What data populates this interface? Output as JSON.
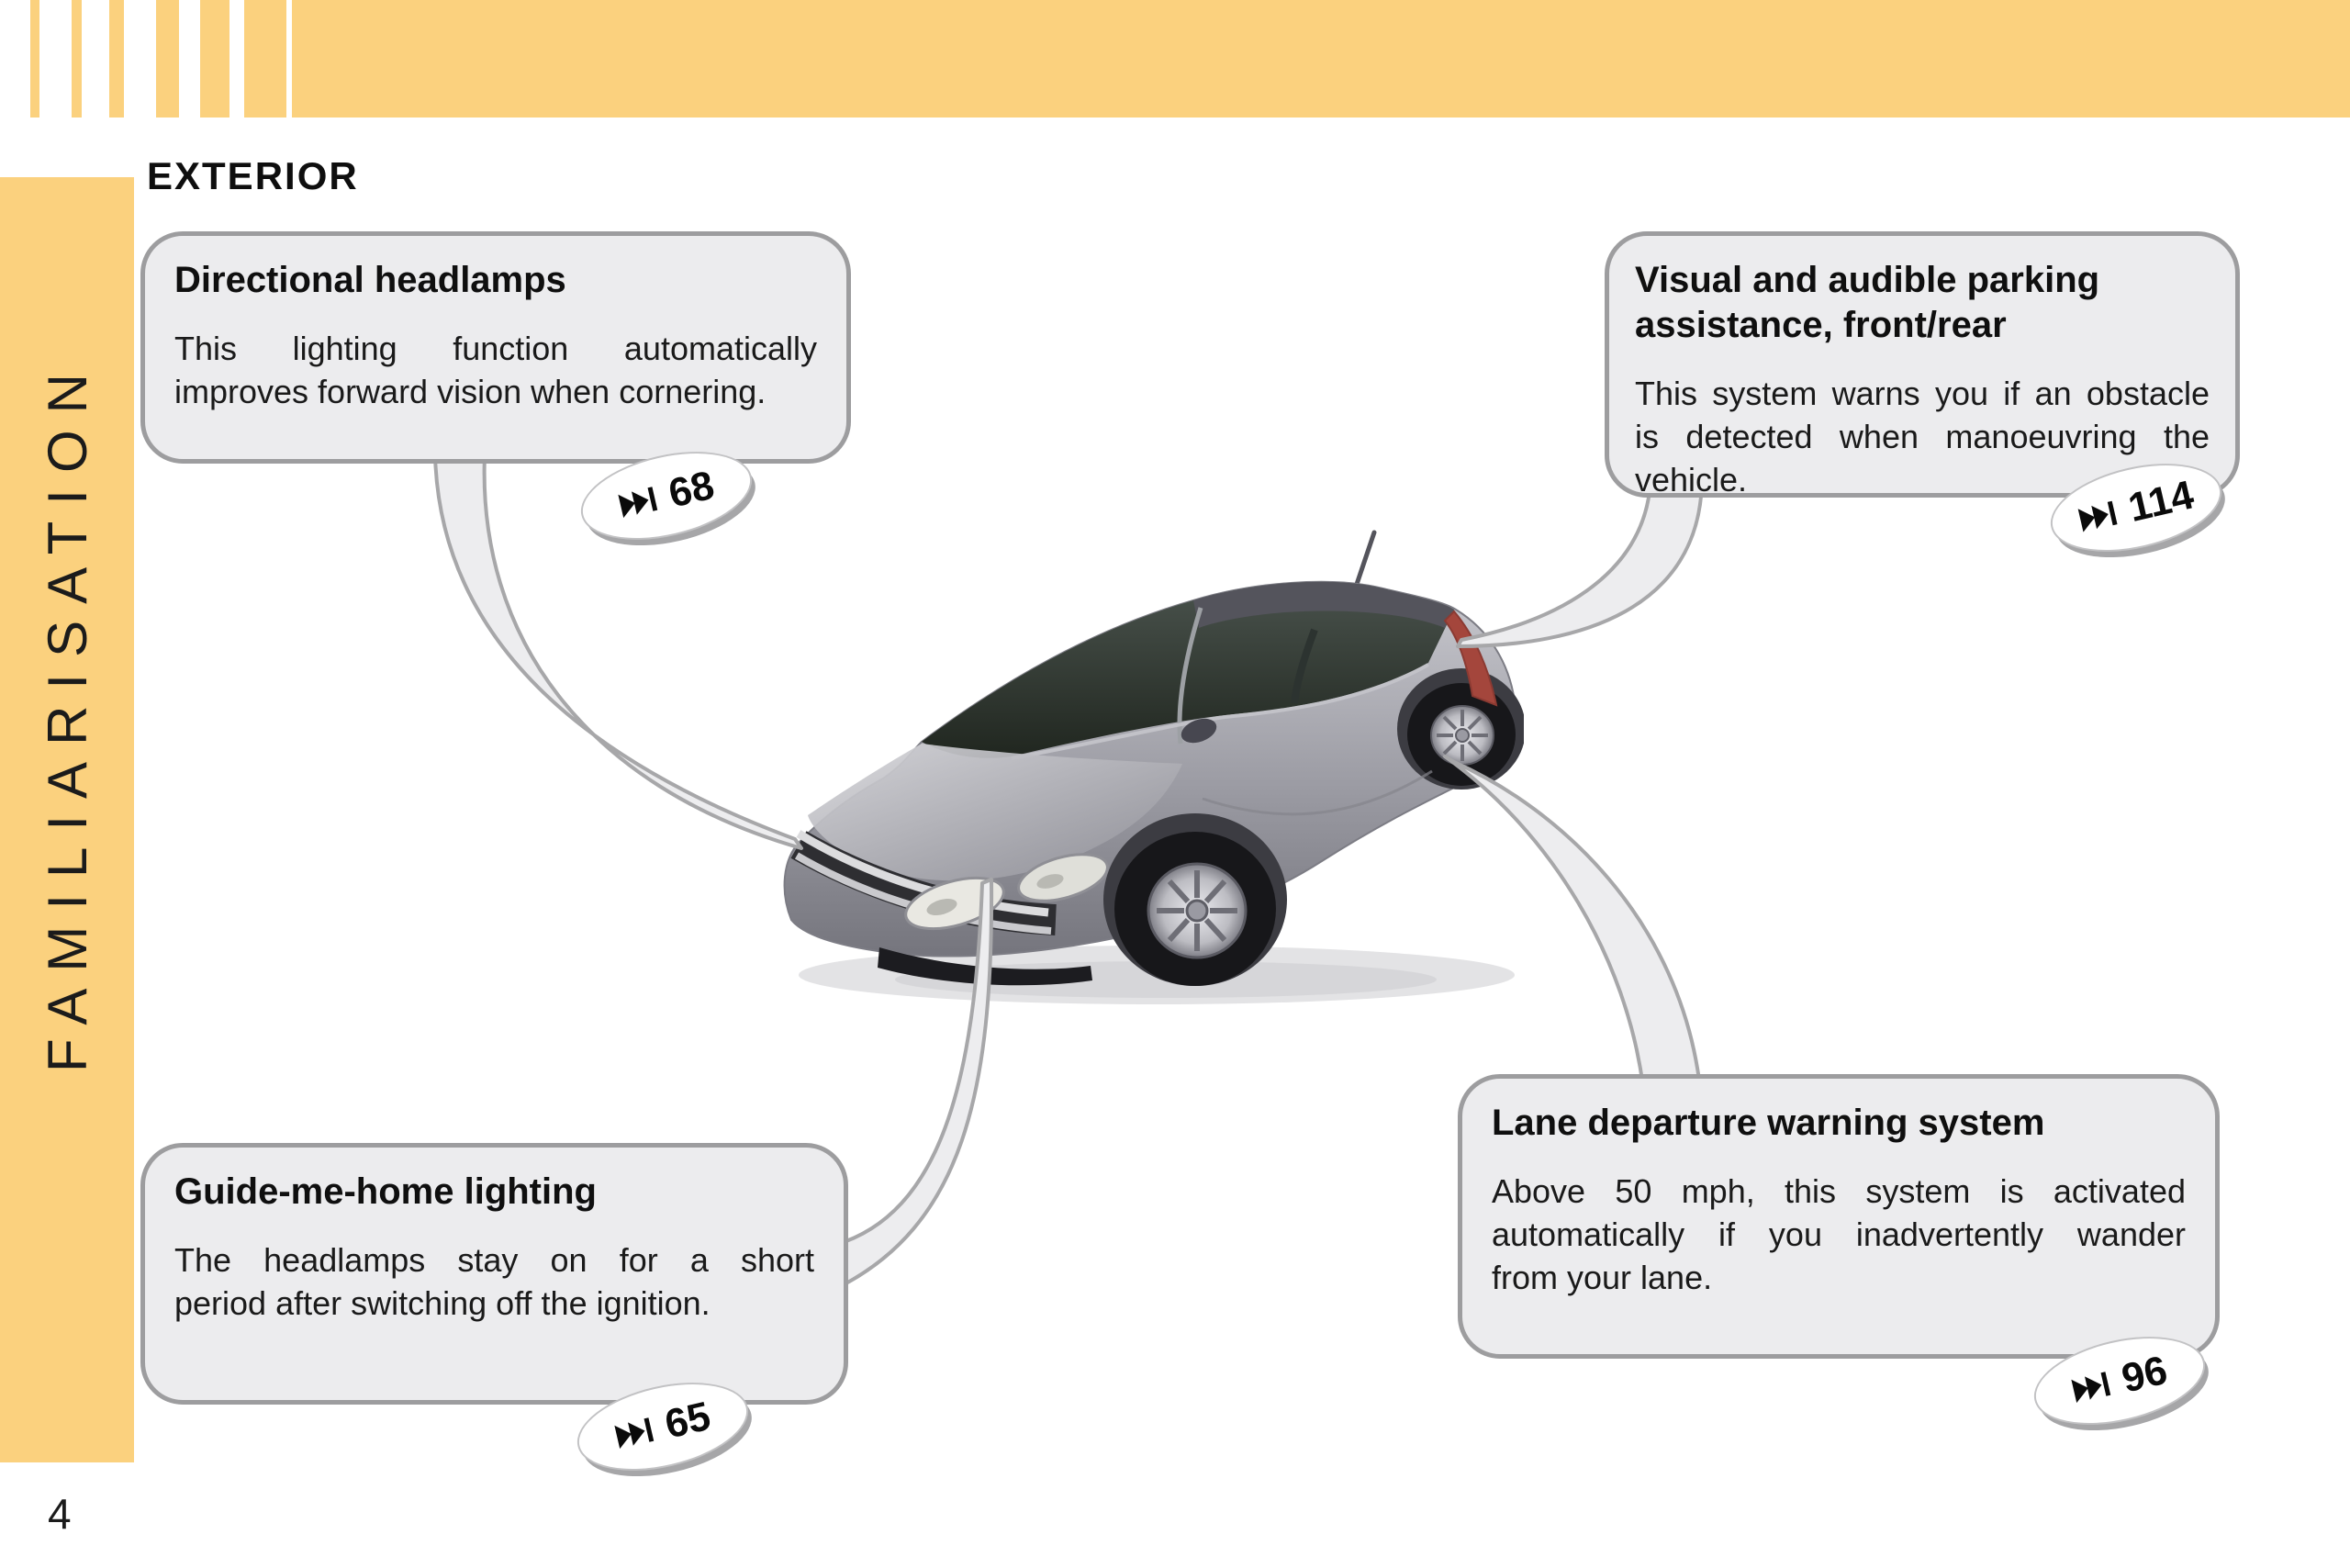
{
  "page": {
    "heading": "EXTERIOR",
    "sidebar_label": "FAMILIARISATION",
    "page_number": "4"
  },
  "colors": {
    "accent_yellow": "#FBD17E",
    "box_fill": "#ECECEE",
    "box_border": "#9D9D9F",
    "connector_fill": "#EDEDEF",
    "connector_stroke": "#A7A7A9",
    "badge_background": "#FFFFFF",
    "text": "#151515"
  },
  "page_ref_icon": "next-track-icon",
  "callouts": [
    {
      "id": "directional-headlamps",
      "title_lines": [
        "Directional headlamps"
      ],
      "body_lines": [
        "This lighting function automatically",
        "improves forward vision when cornering."
      ],
      "page_ref": "68"
    },
    {
      "id": "parking-assistance",
      "title_lines": [
        "Visual and audible parking",
        "assistance, front/rear"
      ],
      "body_lines": [
        "This system warns you if an obstacle",
        "is detected when manoeuvring the",
        "vehicle."
      ],
      "page_ref": "114"
    },
    {
      "id": "guide-me-home-lighting",
      "title_lines": [
        "Guide-me-home lighting"
      ],
      "body_lines": [
        "The headlamps stay on for a short",
        "period after switching off the ignition."
      ],
      "page_ref": "65"
    },
    {
      "id": "lane-departure-warning",
      "title_lines": [
        "Lane departure warning system"
      ],
      "body_lines": [
        "Above 50 mph, this system is activated",
        "automatically if you inadvertently wander",
        "from your lane."
      ],
      "page_ref": "96"
    }
  ]
}
